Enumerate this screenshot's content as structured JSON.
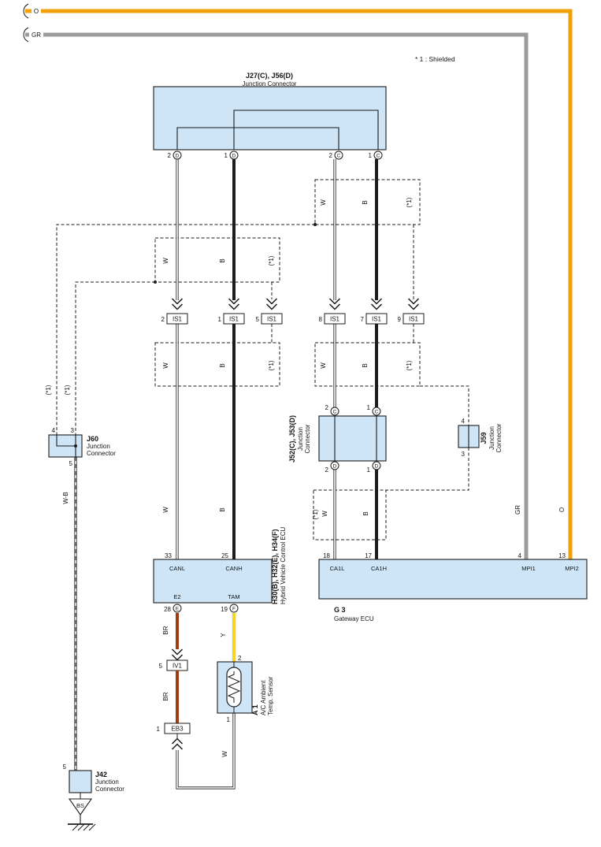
{
  "title_note": "* 1 : Shielded",
  "wire_labels": {
    "o": "O",
    "gr": "GR",
    "w": "W",
    "b": "B",
    "wb": "W-B",
    "br": "BR",
    "y": "Y",
    "shield": "(*1)"
  },
  "connector_codes": {
    "is1": "IS1",
    "iv1": "IV1",
    "eb3": "EB3",
    "bs": "BS"
  },
  "pin_numbers": {
    "n1": "1",
    "n2": "2",
    "n3": "3",
    "n4": "4",
    "n5": "5",
    "n7": "7",
    "n8": "8",
    "n9": "9",
    "n13": "13",
    "n17": "17",
    "n18": "18",
    "n19": "19",
    "n25": "25",
    "n28": "28",
    "n33": "33"
  },
  "pin_letters": {
    "c": "C",
    "d": "D",
    "e": "E",
    "f": "F"
  },
  "components": {
    "j27": {
      "id": "J27(C), J56(D)",
      "desc": "Junction Connector"
    },
    "j52": {
      "id": "J52(C), J53(D)",
      "desc_line1": "Junction",
      "desc_line2": "Connector"
    },
    "j59": {
      "id": "J59",
      "desc_line1": "Junction",
      "desc_line2": "Connector"
    },
    "j60": {
      "id": "J60",
      "desc_line1": "Junction",
      "desc_line2": "Connector"
    },
    "j42": {
      "id": "J42",
      "desc_line1": "Junction",
      "desc_line2": "Connector"
    },
    "hv_ecu": {
      "id": "H30(B), H32(E), H34(F)",
      "desc": "Hybrid Vehicle Control ECU",
      "pins": {
        "canl": "CANL",
        "canh": "CANH",
        "e2": "E2",
        "tam": "TAM"
      }
    },
    "gateway_ecu": {
      "id": "G 3",
      "desc": "Gateway ECU",
      "pins": {
        "ca1l": "CA1L",
        "ca1h": "CA1H",
        "mpi1": "MPI1",
        "mpi2": "MPI2"
      }
    },
    "ambient_sensor": {
      "id": "A 1",
      "desc_line1": "A/C Ambient",
      "desc_line2": "Temp. Sensor"
    }
  },
  "colors": {
    "wire_orange": "#f2a007",
    "wire_gray": "#9c9c9c",
    "wire_black": "#1c1c1c",
    "wire_brown": "#9e3c13",
    "wire_yellow": "#ffd900",
    "connector_fill": "#cde5f6"
  }
}
